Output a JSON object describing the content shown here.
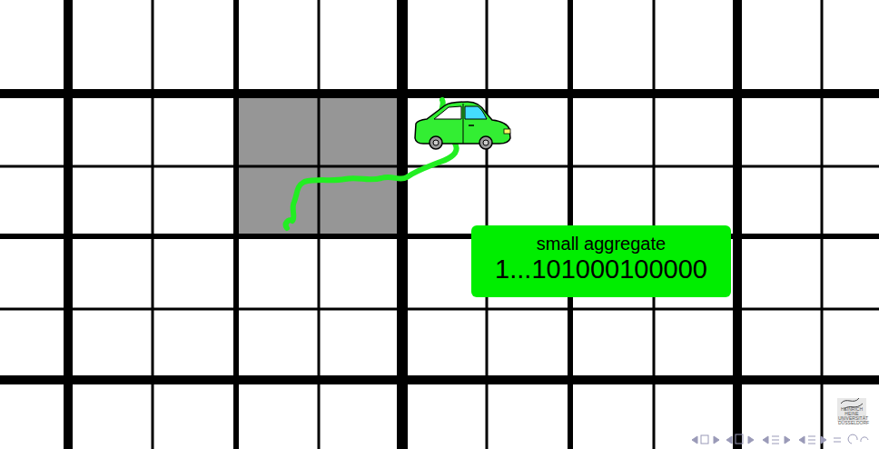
{
  "diagram": {
    "nodes": [
      {
        "text": [
          "small aggregate",
          "1...101000100000"
        ]
      }
    ],
    "labels": [
      "HEINRICH HEINE UNIVERSITÄT DÜSSELDORF"
    ]
  }
}
